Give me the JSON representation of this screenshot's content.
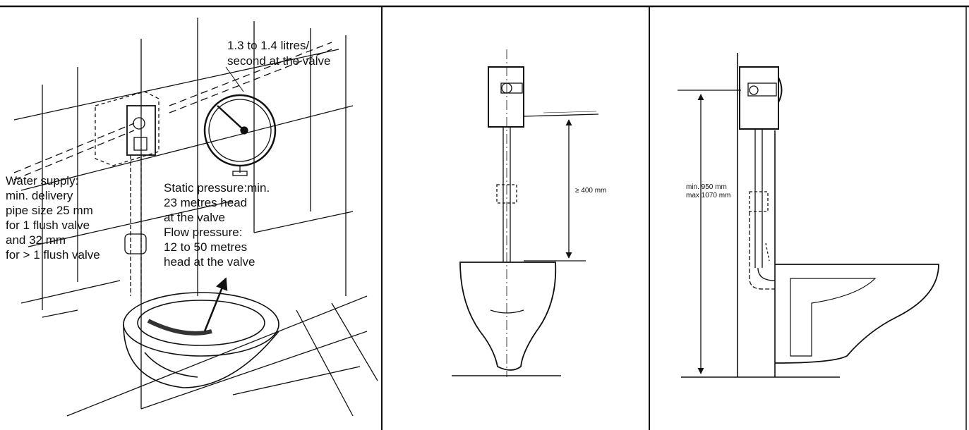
{
  "panels": {
    "perspective": {
      "flow_rate": [
        "1.3 to 1.4 litres/",
        "second at the valve"
      ],
      "water_supply": [
        "Water supply:",
        "min. delivery",
        "pipe size 25 mm",
        "for 1 flush valve",
        "and 32 mm",
        "for > 1 flush valve"
      ],
      "pressure": [
        "Static pressure:min.",
        "23 metres head",
        "at the valve",
        "Flow pressure:",
        "12 to 50 metres",
        "head at the valve"
      ]
    },
    "front_view": {
      "height_label": "≥ 400 mm"
    },
    "side_view": {
      "height_label": [
        "min. 950 mm",
        "max 1070 mm"
      ]
    }
  }
}
